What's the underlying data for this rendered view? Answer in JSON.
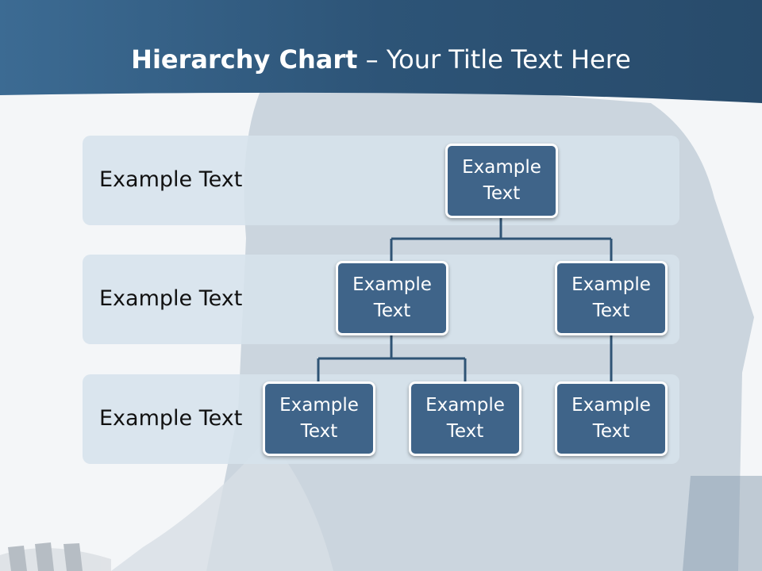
{
  "slide": {
    "title_bold": "Hierarchy Chart",
    "title_rest": " – Your Title Text Here"
  },
  "levels": [
    {
      "label": "Example Text"
    },
    {
      "label": "Example Text"
    },
    {
      "label": "Example Text"
    }
  ],
  "nodes": [
    {
      "text": "Example Text"
    },
    {
      "text": "Example Text"
    },
    {
      "text": "Example Text"
    },
    {
      "text": "Example Text"
    },
    {
      "text": "Example Text"
    },
    {
      "text": "Example Text"
    }
  ],
  "colors": {
    "header": "#2f5a80",
    "node_fill": "#3f6489",
    "connector": "#2f5475",
    "band": "#d6e2ec"
  }
}
